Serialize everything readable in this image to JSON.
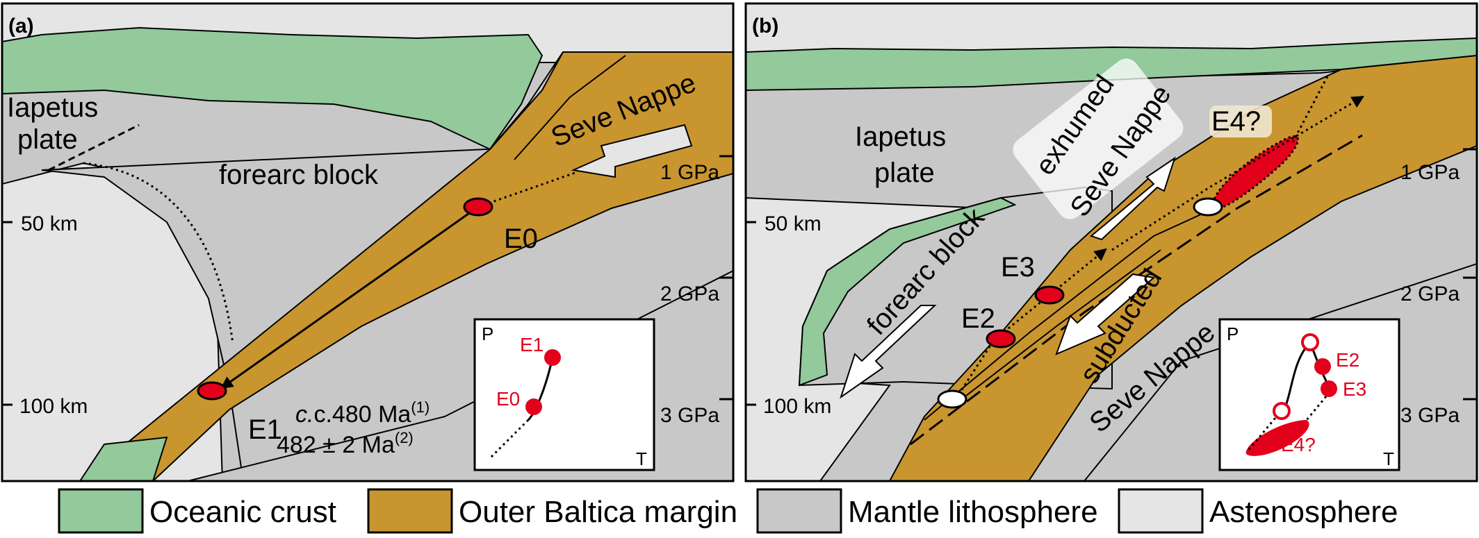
{
  "colors": {
    "oceanic_crust": "#93c99b",
    "outer_baltica_margin": "#c9952f",
    "mantle_lithosphere": "#c8c8c8",
    "astenosphere": "#e5e5e5",
    "eclogite_red": "#e3001b"
  },
  "panel_a": {
    "letter": "(a)",
    "iapetus_line1": "Iapetus",
    "iapetus_line2": "plate",
    "forearc": "forearc block",
    "seve": "Seve Nappe",
    "e0": "E0",
    "e1": "E1",
    "age1": "c.480 Ma",
    "age1_sup": "(1)",
    "age2": "482 ± 2 Ma",
    "age2_sup": "(2)",
    "depth_50": "50 km",
    "depth_100": "100 km",
    "p1": "1 GPa",
    "p2": "2 GPa",
    "p3": "3 GPa",
    "inset": {
      "p": "P",
      "t": "T",
      "e0": "E0",
      "e1": "E1"
    }
  },
  "panel_b": {
    "letter": "(b)",
    "iapetus_line1": "Iapetus",
    "iapetus_line2": "plate",
    "forearc": "forearc block",
    "exhumed_line1": "exhumed",
    "exhumed_line2": "Seve Nappe",
    "subducted_line1": "subducted",
    "subducted_line2": "Seve Nappe",
    "e2": "E2",
    "e3": "E3",
    "e4": "E4?",
    "depth_50": "50 km",
    "depth_100": "100 km",
    "p1": "1 GPa",
    "p2": "2 GPa",
    "p3": "3 GPa",
    "inset": {
      "p": "P",
      "t": "T",
      "e2": "E2",
      "e3": "E3",
      "e4": "E4?"
    }
  },
  "legend": [
    {
      "label": "Oceanic crust",
      "color": "#93c99b"
    },
    {
      "label": "Outer Baltica margin",
      "color": "#c9952f"
    },
    {
      "label": "Mantle lithosphere",
      "color": "#c8c8c8"
    },
    {
      "label": "Astenosphere",
      "color": "#e5e5e5"
    }
  ]
}
